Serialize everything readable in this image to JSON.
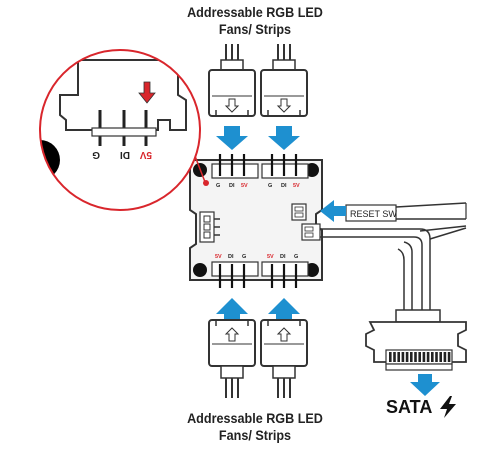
{
  "top_title": {
    "line1": "Addressable RGB LED",
    "line2": "Fans/ Strips"
  },
  "bottom_title": {
    "line1": "Addressable RGB LED",
    "line2": "Fans/ Strips"
  },
  "zoom": {
    "pin_g": "G",
    "pin_di": "DI",
    "pin_5v": "5V"
  },
  "hub": {
    "top_pins": {
      "g": "G",
      "di": "DI",
      "v5": "5V"
    },
    "bottom_pins": {
      "v5": "5V",
      "di": "DI",
      "g": "G"
    }
  },
  "reset_label": "RESET SW",
  "sata_label": "SATA",
  "colors": {
    "arrow_blue": "#1e90d0",
    "zoom_red": "#d9262c",
    "pin_red": "#d9262c",
    "hub_fill": "#f4f4f4"
  },
  "icons": [
    "down-arrow-icon",
    "up-arrow-icon",
    "left-arrow-icon",
    "lightning-bolt-icon",
    "red-arrow-icon"
  ]
}
